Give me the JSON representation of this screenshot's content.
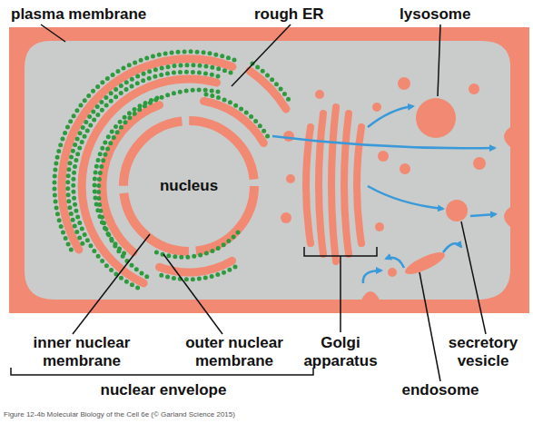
{
  "diagram": {
    "caption": "Figure 12-4b Molecular Biology of the Cell 6e (© Garland Science 2015)",
    "nodes": [
      {
        "text": [
          "nucleus"
        ]
      }
    ],
    "labels": [
      "plasma membrane",
      "rough ER",
      "lysosome",
      "inner nuclear membrane",
      "outer nuclear membrane",
      "Golgi apparatus",
      "secretory vesicle",
      "nuclear envelope",
      "endosome"
    ]
  }
}
